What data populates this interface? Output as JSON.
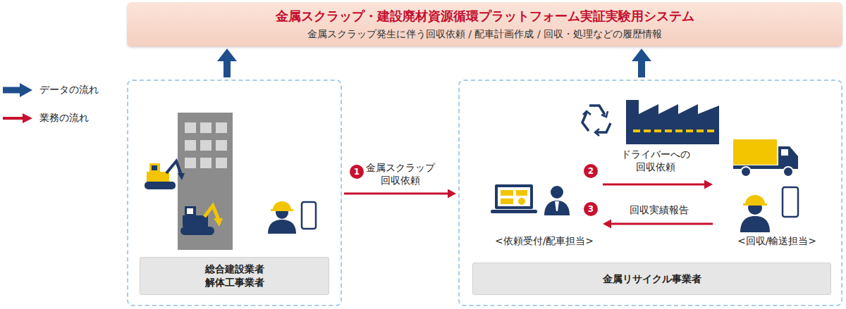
{
  "diagram": {
    "nodes": [
      {
        "text": [
          "金属スクラップ・建設廃材資源循環プラットフォーム実証実験用システム",
          "金属スクラップ発生に伴う回収依頼 / 配車計画作成 / 回収・処理などの履歴情報"
        ]
      },
      {
        "text": [
          "総合建設業者 解体工事業者"
        ]
      },
      {
        "text": [
          "金属リサイクル事業者"
        ]
      },
      {
        "text": [
          "<依頼受付/配車担当>"
        ],
        "in": 2
      },
      {
        "text": [
          "<回収/輸送担当>"
        ],
        "in": 2
      }
    ],
    "edges": [
      {
        "from": 1,
        "to": 2,
        "arrow": "to",
        "label": "金属スクラップ 回収依頼"
      },
      {
        "from": 3,
        "to": 4,
        "arrow": "to",
        "label": "ドライバーへの 回収依頼"
      },
      {
        "from": 4,
        "to": 3,
        "arrow": "to",
        "label": "回収実績報告"
      },
      {
        "from": 1,
        "to": 0,
        "arrow": "to"
      },
      {
        "from": 2,
        "to": 0,
        "arrow": "to"
      }
    ],
    "labels": [
      "1",
      "2",
      "3"
    ],
    "legend": [
      {
        "text": "データの流れ"
      },
      {
        "text": "業務の流れ"
      }
    ]
  }
}
